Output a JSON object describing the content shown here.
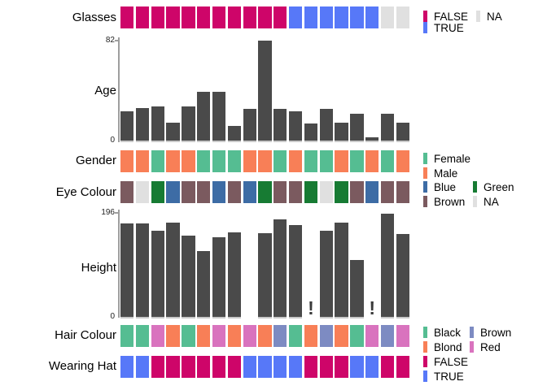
{
  "n_observations": 19,
  "chart_data": [
    {
      "row": "Glasses",
      "type": "heatmap",
      "values": [
        "FALSE",
        "FALSE",
        "FALSE",
        "FALSE",
        "FALSE",
        "FALSE",
        "FALSE",
        "FALSE",
        "FALSE",
        "FALSE",
        "FALSE",
        "TRUE",
        "TRUE",
        "TRUE",
        "TRUE",
        "TRUE",
        "TRUE",
        "NA",
        "NA"
      ]
    },
    {
      "row": "Age",
      "type": "bar",
      "ylim": [
        0,
        82
      ],
      "axis_ticks": [
        "82",
        "0"
      ],
      "values": [
        24,
        27,
        28,
        15,
        28,
        40,
        40,
        12,
        26,
        82,
        26,
        24,
        14,
        26,
        15,
        22,
        3,
        22,
        15
      ]
    },
    {
      "row": "Gender",
      "type": "heatmap",
      "values": [
        "Male",
        "Male",
        "Female",
        "Male",
        "Male",
        "Female",
        "Female",
        "Female",
        "Male",
        "Male",
        "Female",
        "Male",
        "Female",
        "Female",
        "Male",
        "Female",
        "Male",
        "Female",
        "Male"
      ]
    },
    {
      "row": "Eye Colour",
      "type": "heatmap",
      "values": [
        "Brown",
        "NA",
        "Green",
        "Blue",
        "Brown",
        "Brown",
        "Blue",
        "Brown",
        "Blue",
        "Green",
        "Brown",
        "Brown",
        "Green",
        "NA",
        "Green",
        "Brown",
        "Blue",
        "Brown",
        "Brown"
      ]
    },
    {
      "row": "Height",
      "type": "bar",
      "ylim": [
        0,
        196
      ],
      "axis_ticks": [
        "196",
        "0"
      ],
      "na_marker": "!",
      "values": [
        176,
        176,
        163,
        177,
        153,
        124,
        150,
        159,
        null,
        158,
        184,
        173,
        "NA",
        162,
        177,
        107,
        "NA",
        195,
        156
      ]
    },
    {
      "row": "Hair Colour",
      "type": "heatmap",
      "values": [
        "Black",
        "Black",
        "Red",
        "Blond",
        "Black",
        "Blond",
        "Red",
        "Blond",
        "Red",
        "Blond",
        "Brown",
        "Black",
        "Blond",
        "Brown",
        "Blond",
        "Black",
        "Red",
        "Brown",
        "Red"
      ]
    },
    {
      "row": "Wearing Hat",
      "type": "heatmap",
      "values": [
        "TRUE",
        "TRUE",
        "FALSE",
        "FALSE",
        "FALSE",
        "FALSE",
        "FALSE",
        "FALSE",
        "TRUE",
        "TRUE",
        "TRUE",
        "TRUE",
        "FALSE",
        "FALSE",
        "FALSE",
        "TRUE",
        "TRUE",
        "FALSE",
        "FALSE"
      ]
    }
  ],
  "color_maps": {
    "glasses": {
      "FALSE": "#CE0569",
      "TRUE": "#5778F8",
      "NA": "#E0E0E0"
    },
    "gender": {
      "Female": "#55BD92",
      "Male": "#F87F57"
    },
    "eye_colour": {
      "Blue": "#3D6CA5",
      "Green": "#177B33",
      "Brown": "#7B5A5F",
      "NA": "#E0E0E0"
    },
    "hair_colour": {
      "Black": "#55BD92",
      "Blond": "#F87F57",
      "Brown": "#7D8BC2",
      "Red": "#D973BE"
    },
    "wearing_hat": {
      "FALSE": "#CE0569",
      "TRUE": "#5778F8"
    }
  },
  "bar_color": "#4A4A4A",
  "legends": {
    "glasses": {
      "rows": [
        [
          {
            "label": "FALSE",
            "color": "#CE0569"
          },
          {
            "label": "NA",
            "color": "#E0E0E0"
          }
        ],
        [
          {
            "label": "TRUE",
            "color": "#5778F8"
          }
        ]
      ]
    },
    "gender": {
      "rows": [
        [
          {
            "label": "Female",
            "color": "#55BD92"
          }
        ],
        [
          {
            "label": "Male",
            "color": "#F87F57"
          }
        ]
      ]
    },
    "eye_colour": {
      "rows": [
        [
          {
            "label": "Blue",
            "color": "#3D6CA5"
          },
          {
            "label": "Green",
            "color": "#177B33"
          }
        ],
        [
          {
            "label": "Brown",
            "color": "#7B5A5F"
          },
          {
            "label": "NA",
            "color": "#E0E0E0"
          }
        ]
      ]
    },
    "hair_colour": {
      "rows": [
        [
          {
            "label": "Black",
            "color": "#55BD92"
          },
          {
            "label": "Brown",
            "color": "#7D8BC2"
          }
        ],
        [
          {
            "label": "Blond",
            "color": "#F87F57"
          },
          {
            "label": "Red",
            "color": "#D973BE"
          }
        ]
      ]
    },
    "wearing_hat": {
      "rows": [
        [
          {
            "label": "FALSE",
            "color": "#CE0569"
          }
        ],
        [
          {
            "label": "TRUE",
            "color": "#5778F8"
          }
        ]
      ]
    }
  }
}
